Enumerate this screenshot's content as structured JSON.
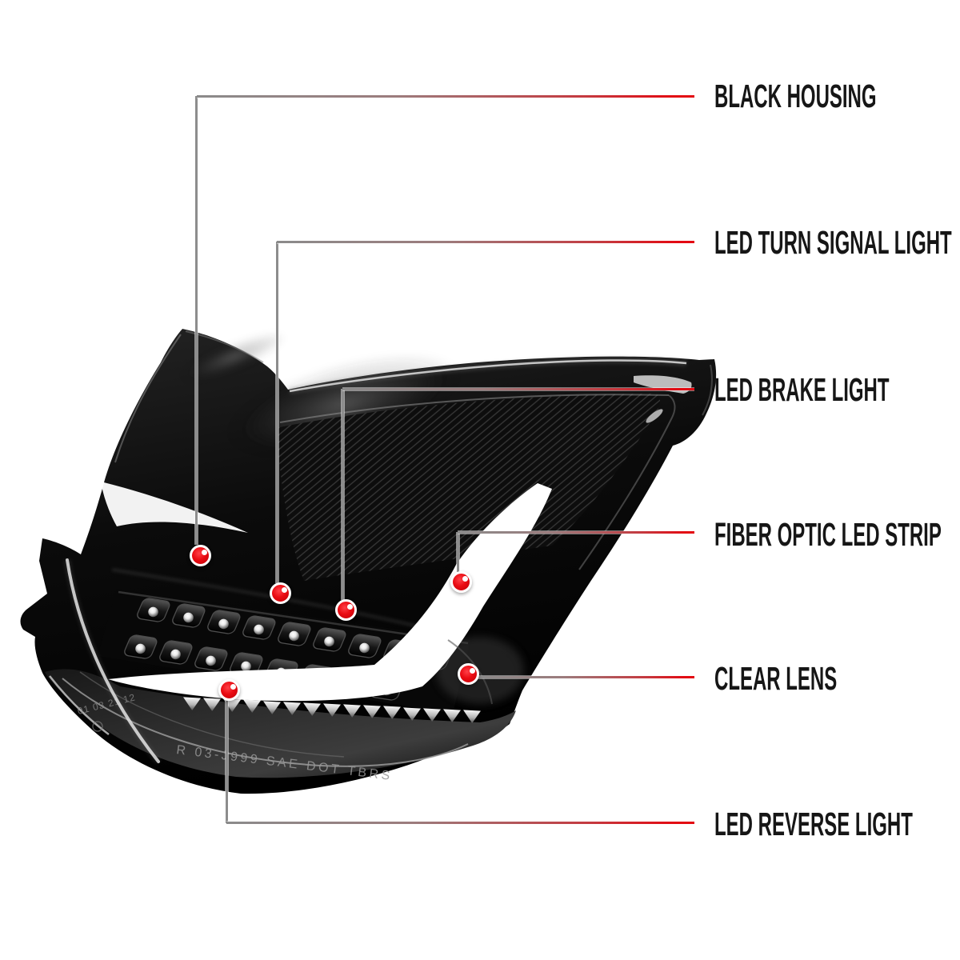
{
  "diagram": {
    "background": "#ffffff",
    "accent_red": "#e30a12",
    "leader_gray": "#8b8b8b",
    "label_color": "#161616"
  },
  "callouts": [
    {
      "label": "BLACK HOUSING"
    },
    {
      "label": "LED TURN SIGNAL LIGHT"
    },
    {
      "label": "LED BRAKE LIGHT"
    },
    {
      "label": "FIBER OPTIC LED STRIP"
    },
    {
      "label": "CLEAR LENS"
    },
    {
      "label": "LED REVERSE LIGHT"
    }
  ],
  "product": {
    "lens_markings": {
      "molded_line": "R   03-J999   SAE DOT TBRS",
      "date_stamp": "01 03 21 12"
    }
  }
}
